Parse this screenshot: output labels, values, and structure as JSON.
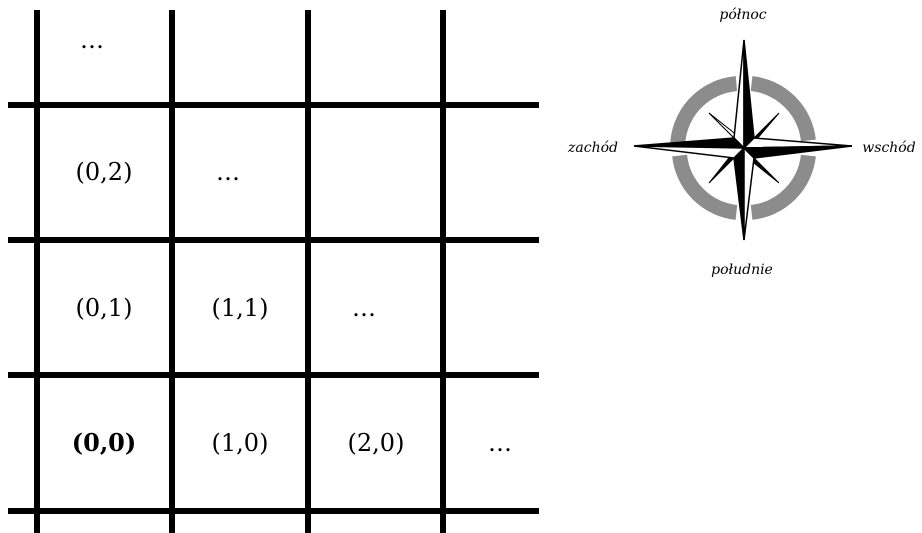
{
  "grid": {
    "cells": {
      "r0c0": "…",
      "r1c0": "(0,2)",
      "r1c1": "…",
      "r2c0": "(0,1)",
      "r2c1": "(1,1)",
      "r2c2": "…",
      "r3c0": "(0,0)",
      "r3c1": "(1,0)",
      "r3c2": "(2,0)",
      "r3c3": "…"
    }
  },
  "compass": {
    "north": "północ",
    "south": "południe",
    "west": "zachód",
    "east": "wschód",
    "ring_color": "#8c8c8c",
    "needle_color": "#000000"
  }
}
